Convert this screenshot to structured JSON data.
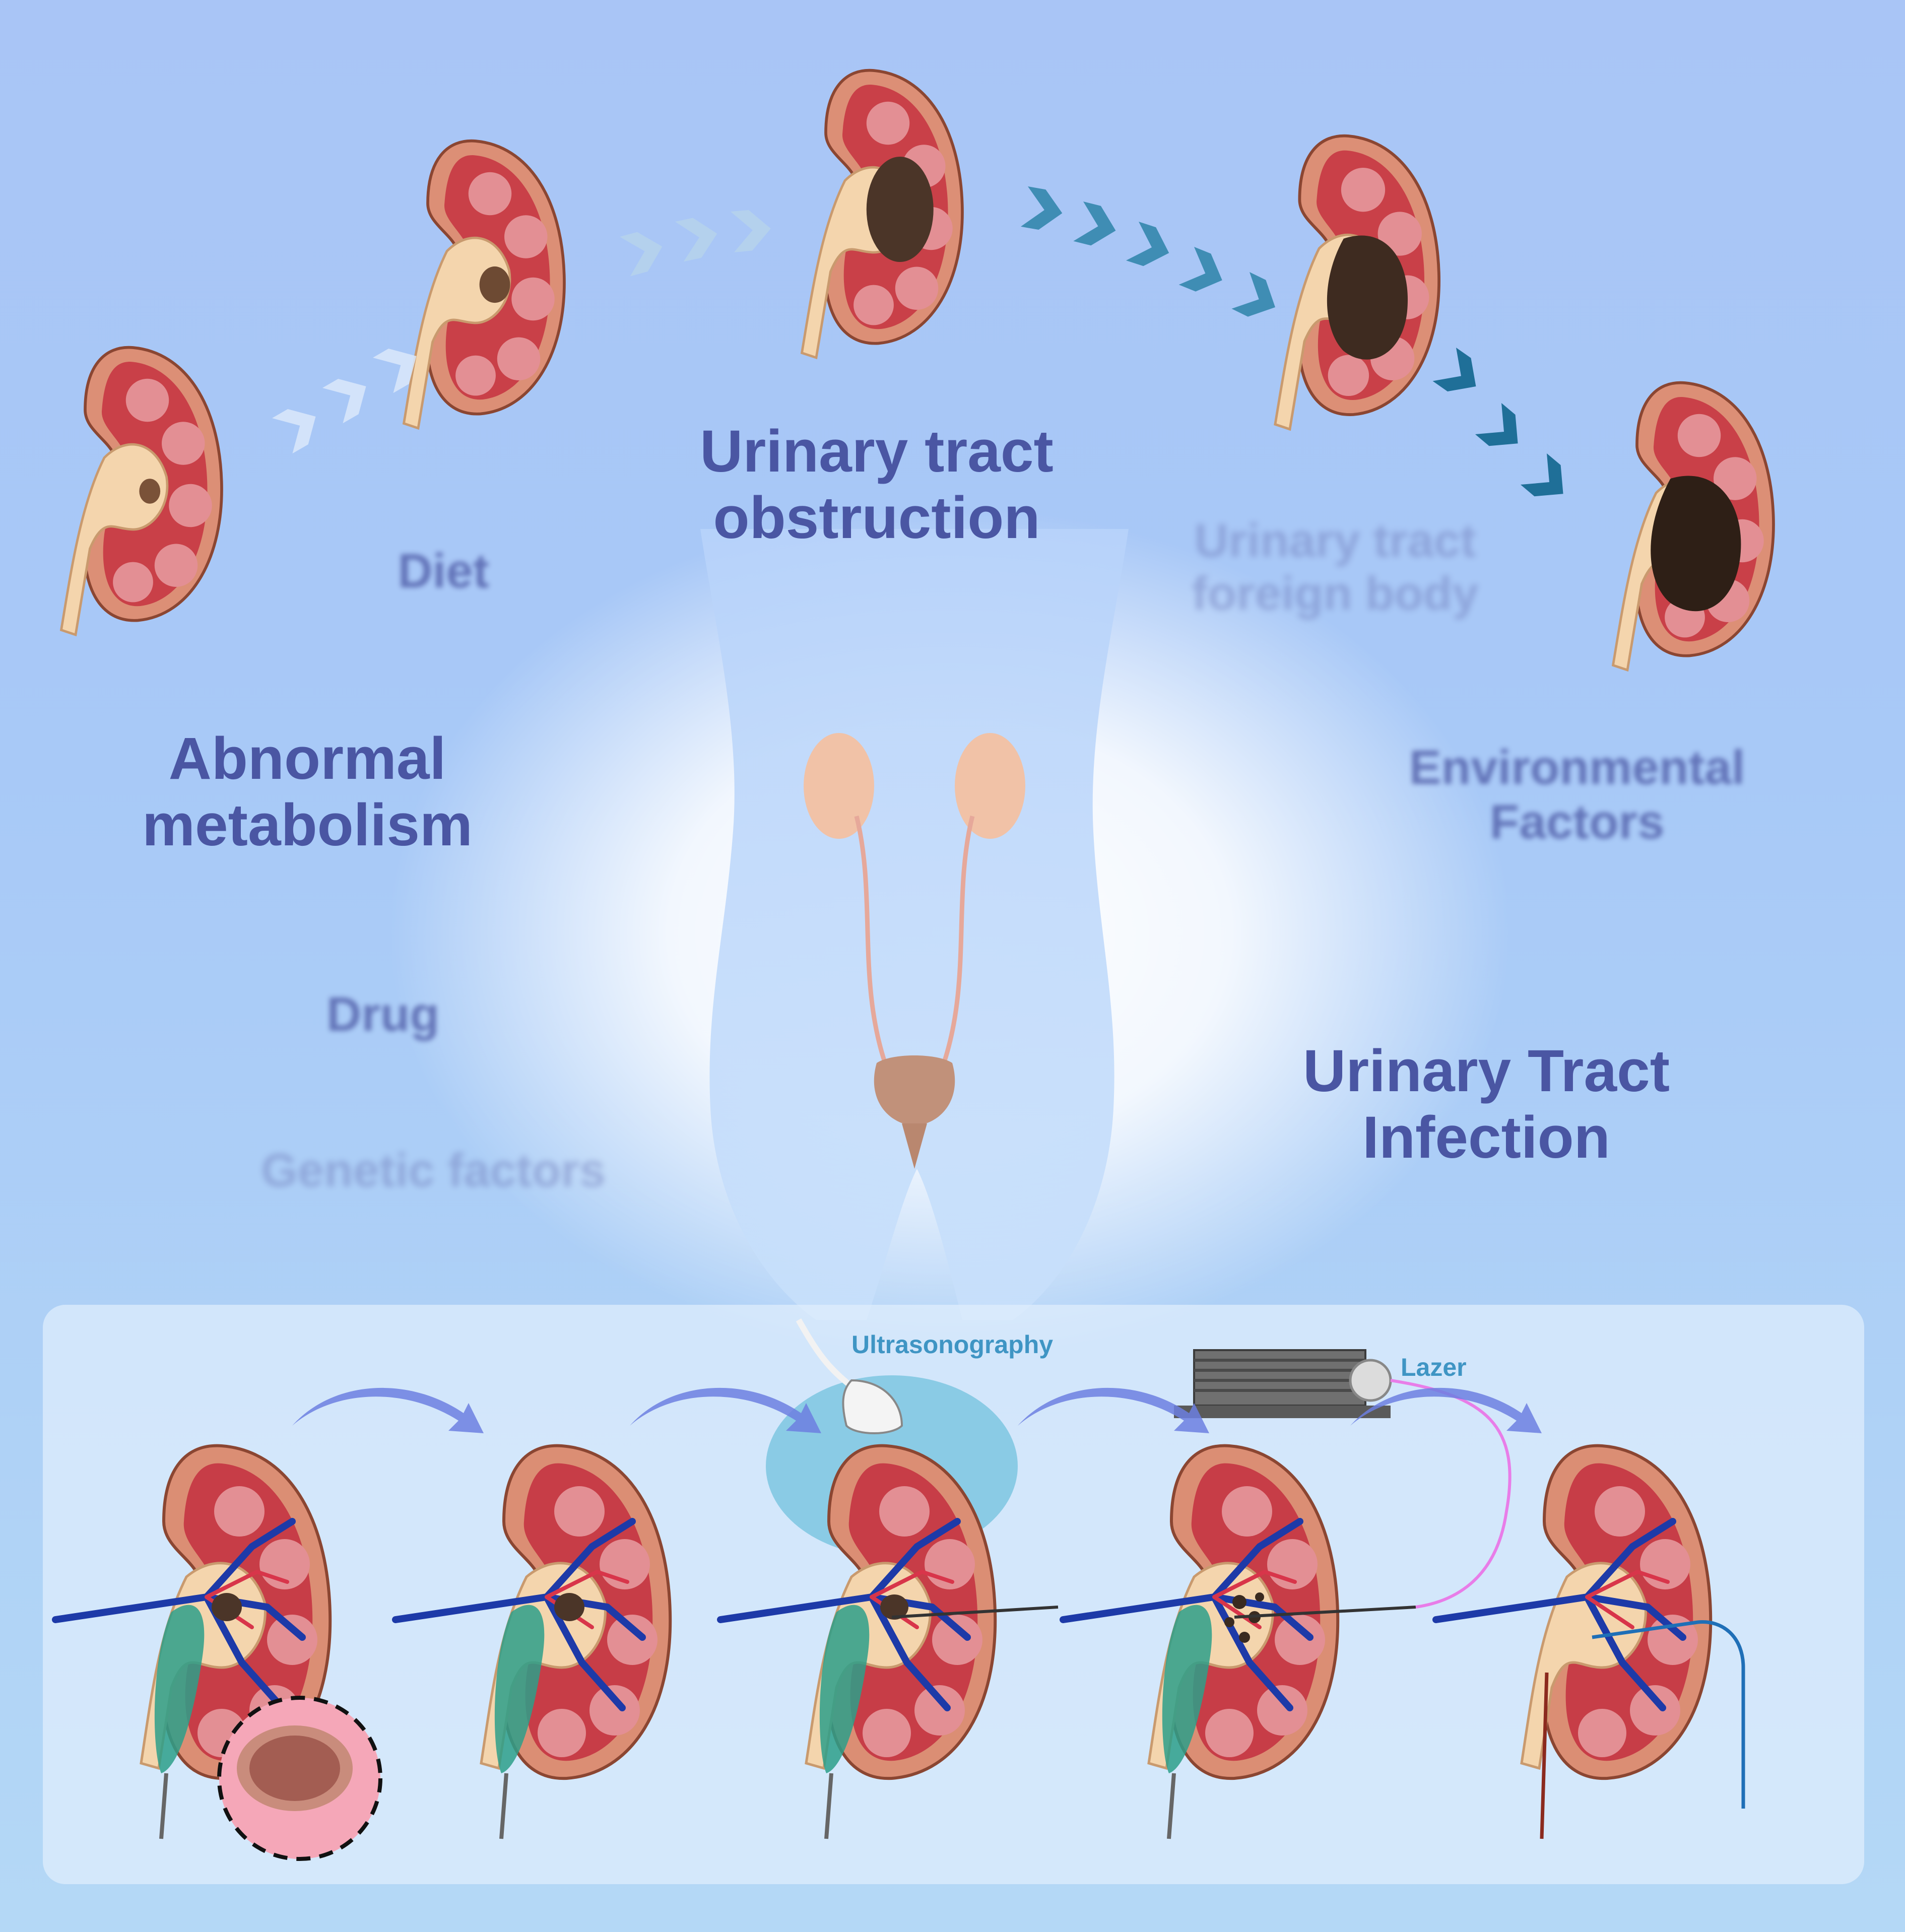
{
  "labels": {
    "urinary_tract_obstruction": "Urinary tract\nobstruction",
    "diet": "Diet",
    "urinary_tract_foreign_body": "Urinary tract\nforeign body",
    "abnormal_metabolism": "Abnormal\nmetabolism",
    "environmental_factors": "Environmental\nFactors",
    "drug": "Drug",
    "urinary_tract_infection": "Urinary Tract\nInfection",
    "genetic_factors": "Genetic factors"
  },
  "treatment": {
    "ultrasonography": "Ultrasonography",
    "lazer": "Lazer"
  },
  "colors": {
    "label_text": "#4a56a3",
    "tool_text": "#3f95c4",
    "kidney_cortex": "#e49f86",
    "kidney_medulla": "#cf3f47",
    "kidney_pelvis": "#f4d7b1",
    "stone": "#4b3528",
    "arrow_light": "#d7e8fb",
    "arrow_dark": "#1f6f98",
    "vein": "#1d3aa8",
    "artery": "#d8354a",
    "body": "#c3dbfa"
  }
}
